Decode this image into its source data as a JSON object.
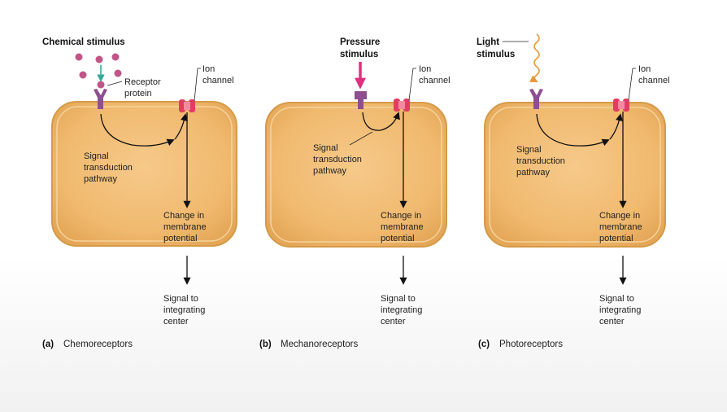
{
  "panels": [
    {
      "stimulus": [
        "Chemical stimulus"
      ],
      "receptor": [
        "Receptor",
        "protein"
      ],
      "ion_channel": [
        "Ion",
        "channel"
      ],
      "pathway": [
        "Signal",
        "transduction",
        "pathway"
      ],
      "change": [
        "Change in",
        "membrane",
        "potential"
      ],
      "signal_out": [
        "Signal to",
        "integrating",
        "center"
      ],
      "caption_letter": "(a)",
      "caption": "Chemoreceptors"
    },
    {
      "stimulus": [
        "Pressure",
        "stimulus"
      ],
      "ion_channel": [
        "Ion",
        "channel"
      ],
      "pathway": [
        "Signal",
        "transduction",
        "pathway"
      ],
      "change": [
        "Change in",
        "membrane",
        "potential"
      ],
      "signal_out": [
        "Signal to",
        "integrating",
        "center"
      ],
      "caption_letter": "(b)",
      "caption": "Mechanoreceptors"
    },
    {
      "stimulus": [
        "Light",
        "stimulus"
      ],
      "ion_channel": [
        "Ion",
        "channel"
      ],
      "pathway": [
        "Signal",
        "transduction",
        "pathway"
      ],
      "change": [
        "Change in",
        "membrane",
        "potential"
      ],
      "signal_out": [
        "Signal to",
        "integrating",
        "center"
      ],
      "caption_letter": "(c)",
      "caption": "Photoreceptors"
    }
  ],
  "colors": {
    "cell_fill": "#efb96a",
    "cell_stroke": "#d9a04e",
    "receptor": "#8e4f8e",
    "ion_channel": "#e23c63",
    "chemical_molecule": "#c05586",
    "pressure_arrow": "#e0307f",
    "light_wave": "#e8963a",
    "teal_arrow": "#35a89a"
  }
}
